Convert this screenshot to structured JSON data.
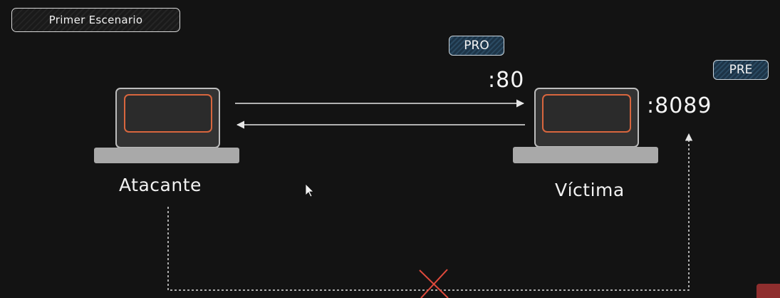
{
  "scenario": {
    "title": "Primer Escenario"
  },
  "tags": {
    "pro": "PRO",
    "pre": "PRE"
  },
  "ports": {
    "pro_port": ":80",
    "pre_port": ":8089"
  },
  "nodes": {
    "attacker": {
      "label": "Atacante"
    },
    "victim": {
      "label": "Víctima"
    }
  },
  "colors": {
    "background": "#131313",
    "laptop_body": "#a9a9a9",
    "laptop_screen": "#2b2b2b",
    "screen_outline": "#d8663e",
    "line": "#e6e6e6",
    "blocked_mark": "#e04a3c",
    "tag_fill": "#23405a"
  },
  "icons": {
    "attacker_device": "laptop-icon",
    "victim_device": "laptop-icon",
    "blocked_path": "x-mark-icon",
    "pointer": "mouse-cursor-icon"
  }
}
